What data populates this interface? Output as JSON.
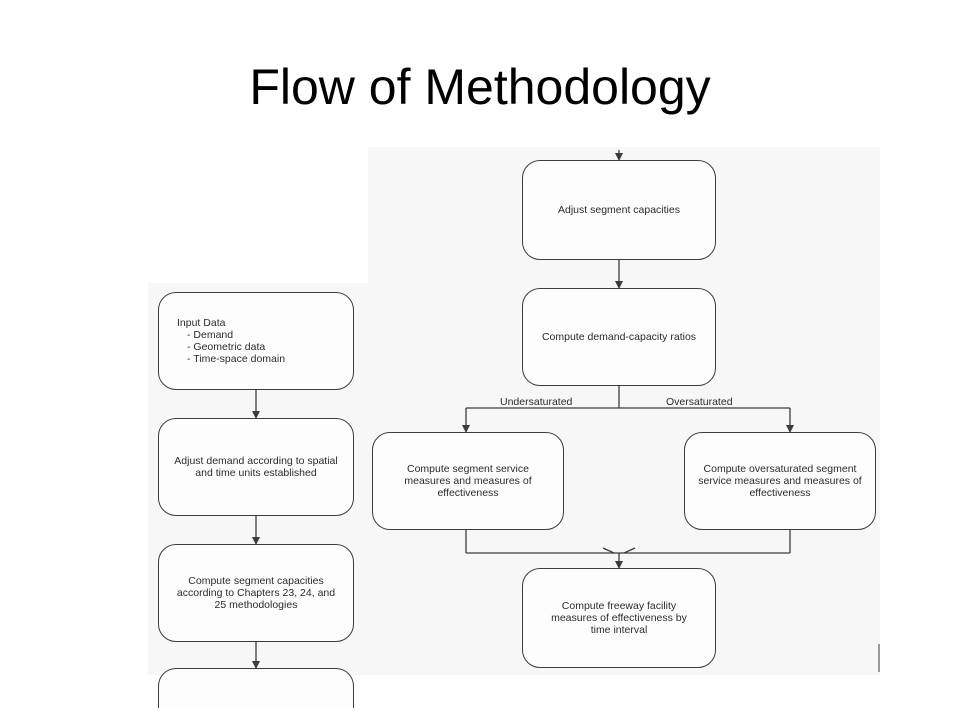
{
  "slide": {
    "title": "Flow of Methodology"
  },
  "left_flow": {
    "input_data": {
      "title": "Input Data",
      "items": [
        "-  Demand",
        "-  Geometric data",
        "-  Time-space domain"
      ]
    },
    "adjust_demand": {
      "label": "Adjust demand according to spatial and time units established"
    },
    "compute_capacities": {
      "label": "Compute segment capacities according to Chapters 23, 24, and 25 methodologies"
    }
  },
  "right_flow": {
    "adjust_capacities": {
      "label": "Adjust segment capacities"
    },
    "compute_dc_ratios": {
      "label": "Compute demand-capacity ratios"
    },
    "branch_labels": {
      "undersaturated": "Undersaturated",
      "oversaturated": "Oversaturated"
    },
    "undersaturated_node": {
      "label": "Compute segment service measures and measures of effectiveness"
    },
    "oversaturated_node": {
      "label": "Compute oversaturated segment service measures and measures of effectiveness"
    },
    "facility_node": {
      "label": "Compute freeway facility measures of effectiveness by time interval"
    }
  },
  "colors": {
    "line": "#3c3c3c",
    "panel": "#f7f7f7",
    "text": "#2b2b2b"
  }
}
